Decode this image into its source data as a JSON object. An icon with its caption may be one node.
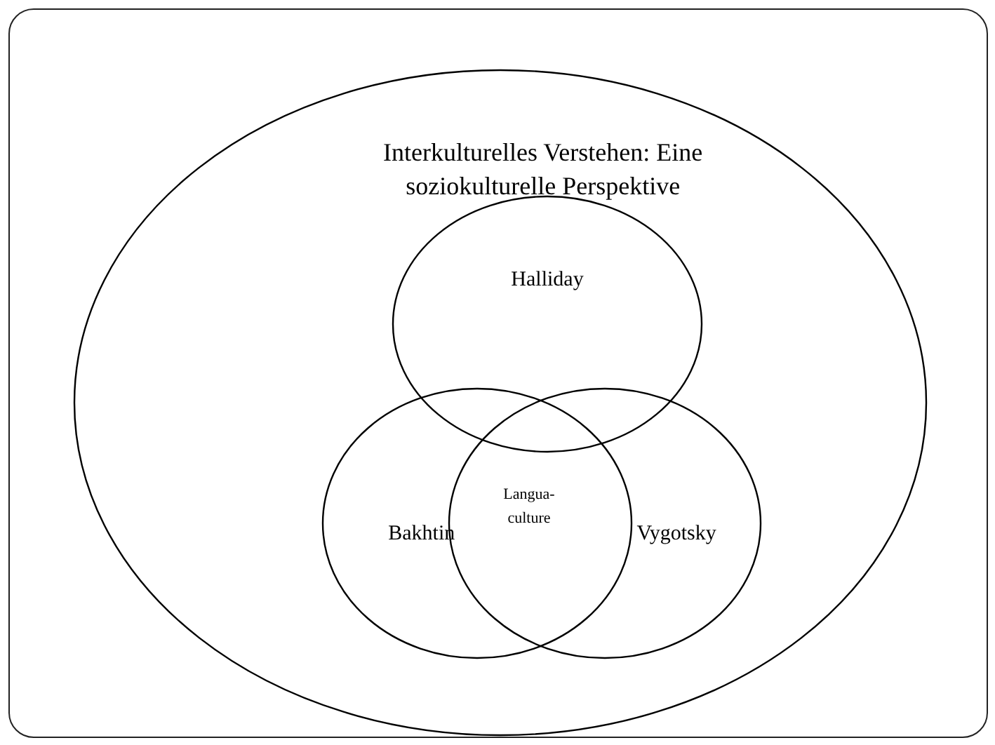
{
  "diagram": {
    "nodes": [
      {
        "text": [
          "Interkulturelles Verstehen: Eine soziokulturelle Perspektive"
        ]
      },
      {
        "text": [
          "Halliday"
        ],
        "in": 0
      },
      {
        "text": [
          "Bakhtin"
        ],
        "in": 0
      },
      {
        "text": [
          "Vygotsky"
        ],
        "in": 0
      }
    ],
    "labels": [
      "Langua- culture"
    ]
  }
}
